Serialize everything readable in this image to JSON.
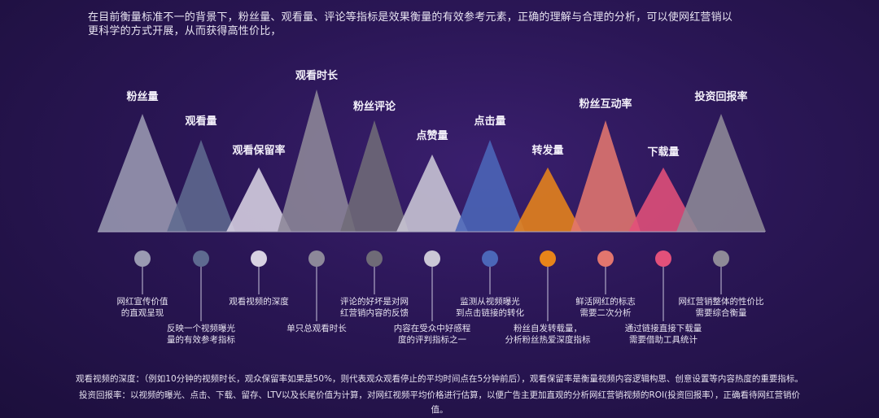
{
  "intro": {
    "line1": "在目前衡量标准不一的背景下，粉丝量、观看量、评论等指标是效果衡量的有效参考元素，正确的理解与合理的分析，可以使网红营销以",
    "line2": "更科学的方式开展，从而获得高性价比，"
  },
  "colors": {
    "baseline": "#a9a6c0",
    "connector": "#c9c5dc"
  },
  "metrics": [
    {
      "label": "粉丝量",
      "color": "#9a9ab2",
      "desc": [
        "网红宣传价值",
        "的直观呈现"
      ]
    },
    {
      "label": "观看量",
      "color": "#5e6a90",
      "desc": [
        "反映一个视频曝光",
        "量的有效参考指标"
      ]
    },
    {
      "label": "观看保留率",
      "color": "#d8d2e2",
      "desc": [
        "观看视频的深度"
      ]
    },
    {
      "label": "观看时长",
      "color": "#8d8899",
      "desc": [
        "单只总观看时长"
      ]
    },
    {
      "label": "粉丝评论",
      "color": "#6f6b77",
      "desc": [
        "评论的好坏是对网",
        "红营销内容的反馈"
      ]
    },
    {
      "label": "点赞量",
      "color": "#cbc7d6",
      "desc": [
        "内容在受众中好感程",
        "度的评判指标之一"
      ]
    },
    {
      "label": "点击量",
      "color": "#4b67b8",
      "desc": [
        "监测从视频曝光",
        "到点击链接的转化"
      ]
    },
    {
      "label": "转发量",
      "color": "#e8841a",
      "desc": [
        "粉丝自发转载量，",
        "分析粉丝热爱深度指标"
      ]
    },
    {
      "label": "粉丝互动率",
      "color": "#e3766e",
      "desc": [
        "鲜活网红的标志",
        "需要二次分析"
      ]
    },
    {
      "label": "下载量",
      "color": "#e2507a",
      "desc": [
        "通过链接直接下载量",
        "需要借助工具统计"
      ]
    },
    {
      "label": "投资回报率",
      "color": "#8e8a97",
      "desc": [
        "网红营销整体的性价比",
        "需要综合衡量"
      ]
    }
  ],
  "footnotes": {
    "line1": "观看视频的深度：（例如10分钟的视频时长，观众保留率如果是50%，则代表观众观看停止的平均时间点在5分钟前后），观看保留率是衡量视频内容逻辑构思、创意设置等内容热度的重要指标。",
    "line2": "投资回报率：以视频的曝光、点击、下载、留存、LTV以及长尾价值为计算，对网红视频平均价格进行估算，以便广告主更加直观的分析网红营销视频的ROI(投资回报率），正确看待网红营销价",
    "line3": "值。"
  }
}
